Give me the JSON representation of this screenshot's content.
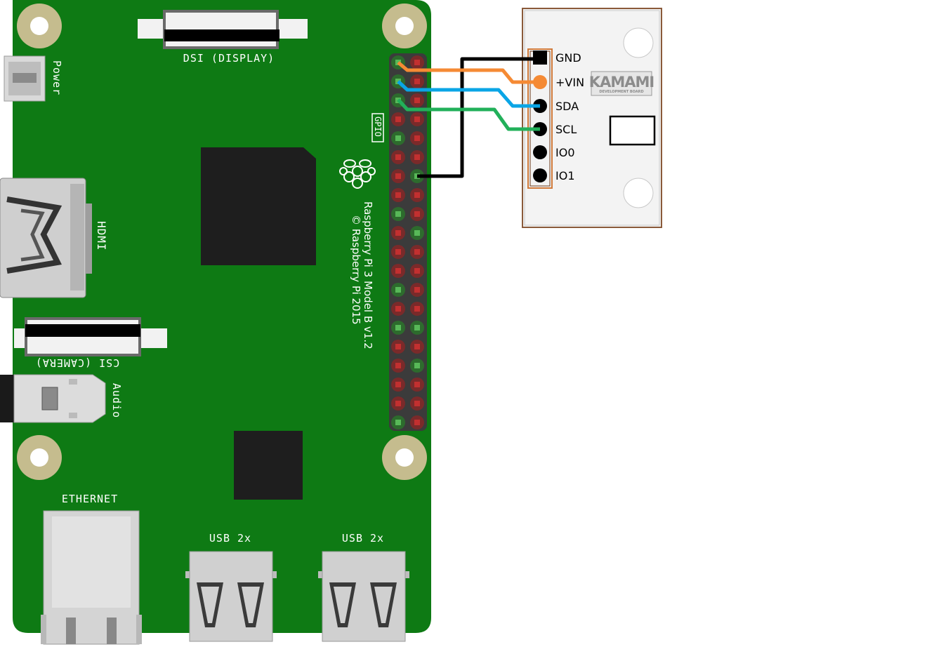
{
  "board": {
    "name": "Raspberry Pi 3 Model B v1.2",
    "copyright": "© Raspberry Pi 2015",
    "labels": {
      "dsi": "DSI (DISPLAY)",
      "power": "Power",
      "gpio": "GPIO",
      "hdmi": "HDMI",
      "csi": "CSI (CAMERA)",
      "audio": "Audio",
      "ethernet": "ETHERNET",
      "usb1": "USB 2x",
      "usb2": "USB 2x"
    },
    "colors": {
      "pcb": "#1a7a1a",
      "mount": "#c5bc8e",
      "header": "#3b3b3b"
    }
  },
  "module": {
    "logo": "KAMAMI",
    "logo_sub": "DEVELOPMENT BOARD",
    "pins": [
      "GND",
      "+VIN",
      "SDA",
      "SCL",
      "IO0",
      "IO1"
    ]
  },
  "wires": [
    {
      "name": "GND",
      "color": "#000000",
      "from": "GPIO header pin",
      "to": "GND"
    },
    {
      "name": "+VIN",
      "color": "#f58a34",
      "from": "GPIO header pin",
      "to": "+VIN"
    },
    {
      "name": "SDA",
      "color": "#0aa5e6",
      "from": "GPIO header pin",
      "to": "SDA"
    },
    {
      "name": "SCL",
      "color": "#22b05a",
      "from": "GPIO header pin",
      "to": "SCL"
    }
  ]
}
